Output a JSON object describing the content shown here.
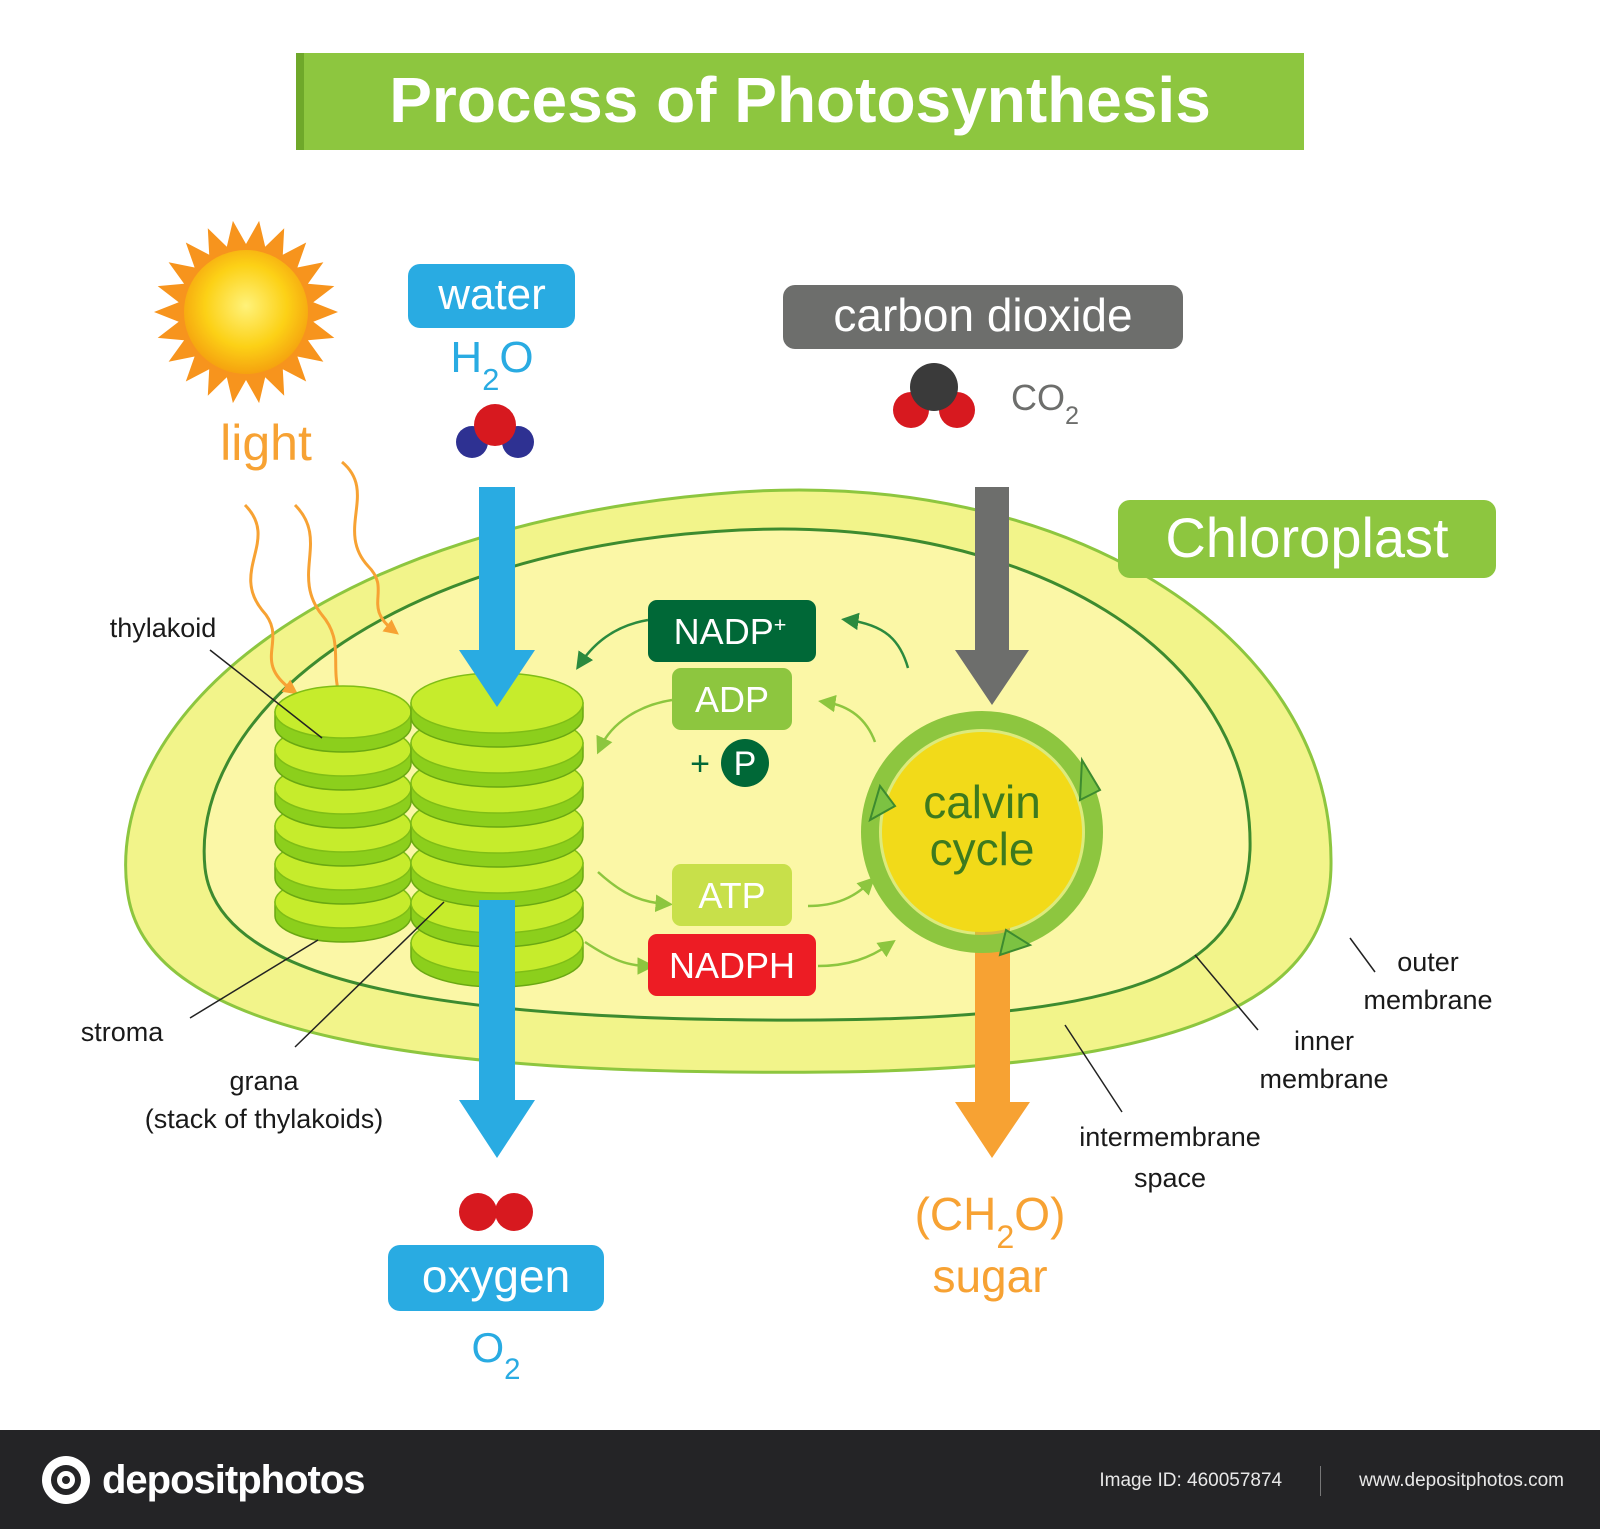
{
  "title": "Process of Photosynthesis",
  "inputs": {
    "light": "light",
    "water": "water",
    "water_formula": "H2O",
    "carbon_dioxide": "carbon dioxide",
    "co2_formula": "CO2"
  },
  "chloroplast": "Chloroplast",
  "molecules": {
    "nadp": "NADP+",
    "adp": "ADP",
    "phosphate": "P",
    "plus": "+",
    "atp": "ATP",
    "nadph": "NADPH"
  },
  "calvin_cycle": {
    "line1": "calvin",
    "line2": "cycle"
  },
  "labels": {
    "thylakoid": "thylakoid",
    "stroma": "stroma",
    "grana_line1": "grana",
    "grana_line2": "(stack of thylakoids)",
    "outer_line1": "outer",
    "outer_line2": "membrane",
    "inner_line1": "inner",
    "inner_line2": "membrane",
    "intermembrane_line1": "intermembrane",
    "intermembrane_line2": "space"
  },
  "outputs": {
    "oxygen": "oxygen",
    "o2_formula": "O2",
    "sugar_formula": "(CH2O)",
    "sugar": "sugar"
  },
  "footer": {
    "brand": "depositphotos",
    "image_id": "Image ID: 460057874",
    "site": "www.depositphotos.com"
  },
  "colors": {
    "title_green": "#8dc63f",
    "water_blue": "#29abe2",
    "co2_gray": "#6d6e6c",
    "sugar_orange": "#f7a233",
    "light_orange": "#f7a233",
    "nadp_dark_green": "#006837",
    "adp_green": "#8dc63f",
    "atp_lime": "#c8e04a",
    "nadph_red": "#ed1c24"
  }
}
